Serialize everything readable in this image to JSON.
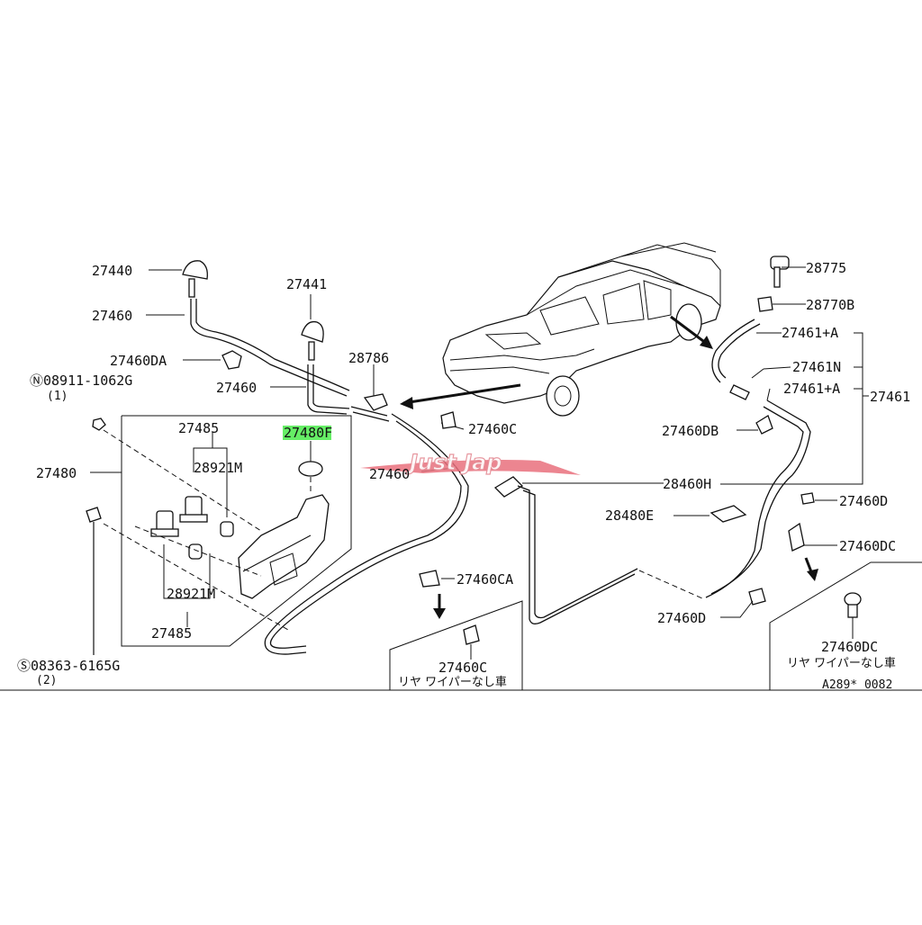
{
  "diagram": {
    "labels": {
      "p27440": "27440",
      "p27460_a": "27460",
      "p27460da": "27460DA",
      "p27460_b": "27460",
      "p27441": "27441",
      "p28786": "28786",
      "p08911": "Ⓝ08911-1062G",
      "p08911_qty": "(1)",
      "p27485_top": "27485",
      "p27480f": "27480F",
      "p28921m_top": "28921M",
      "p27480": "27480",
      "p28921m_bot": "28921M",
      "p27485_bot": "27485",
      "p08363": "Ⓢ08363-6165G",
      "p08363_qty": "(2)",
      "p27460_c": "27460",
      "p27460c_top": "27460C",
      "p27460ca": "27460CA",
      "p27460c_box": "27460C",
      "jp_box_left": "リヤ ワイパーなし車",
      "p28775": "28775",
      "p28770b": "28770B",
      "p27461a_top": "27461+A",
      "p27461n": "27461N",
      "p27461a_bot": "27461+A",
      "p27461": "27461",
      "p27460db": "27460DB",
      "p28460h": "28460H",
      "p27460d_right": "27460D",
      "p28480e": "28480E",
      "p27460dc": "27460DC",
      "p27460d_bot": "27460D",
      "p27460dc_box": "27460DC",
      "jp_box_right": "リヤ ワイパーなし車",
      "ref_code": "A289* 0082"
    },
    "highlight_color": "#66ee66",
    "watermark": "Just Jap",
    "watermark_color": "#e9707c"
  }
}
